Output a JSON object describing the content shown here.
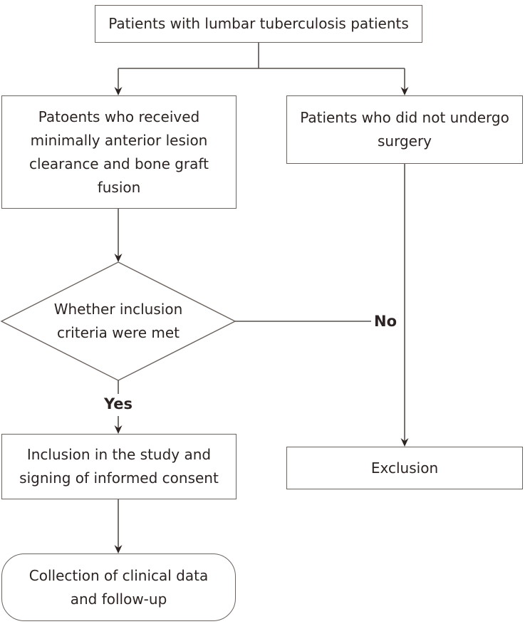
{
  "figure": {
    "type": "flowchart"
  },
  "colors": {
    "background": "#ffffff",
    "box_border": "#6b6460",
    "connector": "#56504d",
    "arrow": "#2b2422",
    "text": "#2b2422"
  },
  "nodes": {
    "top": {
      "label": "Patients with lumbar tuberculosis patients",
      "shape": "rectangle"
    },
    "surgery": {
      "label": [
        "Patoents who received",
        "minimally anterior lesion",
        "clearance and bone graft",
        "fusion"
      ],
      "shape": "rectangle"
    },
    "no_surgery": {
      "label": [
        "Patients who did not undergo",
        "surgery"
      ],
      "shape": "rectangle"
    },
    "decision": {
      "label": [
        "Whether inclusion",
        "criteria were met"
      ],
      "shape": "diamond"
    },
    "inclusion": {
      "label": [
        "Inclusion in the study and",
        "signing of informed consent"
      ],
      "shape": "rectangle"
    },
    "exclusion": {
      "label": "Exclusion",
      "shape": "rectangle"
    },
    "collection": {
      "label": [
        "Collection of clinical data",
        "and follow-up"
      ],
      "shape": "rounded-rectangle"
    }
  },
  "edge_labels": {
    "yes": "Yes",
    "no": "No"
  }
}
